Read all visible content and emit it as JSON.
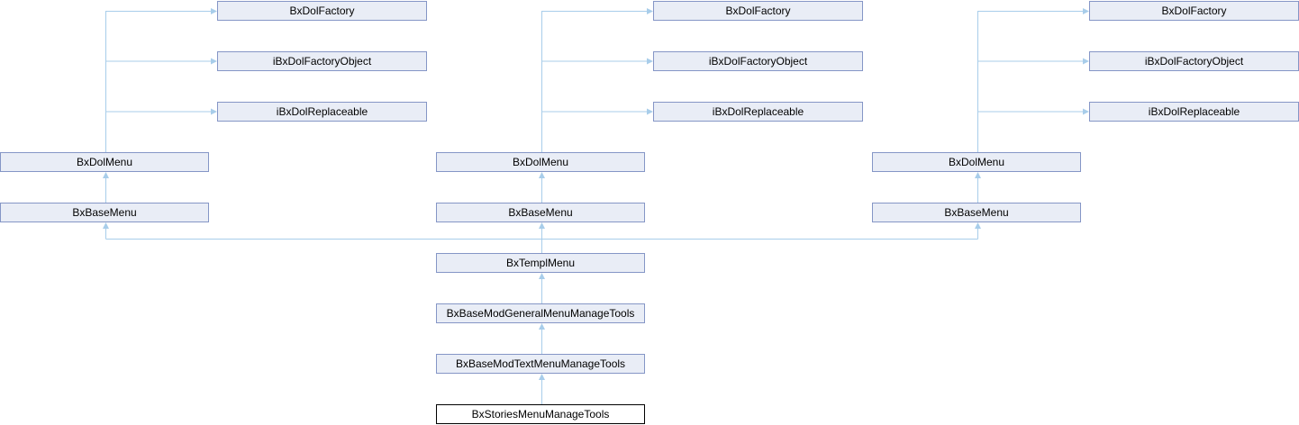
{
  "diagram": {
    "kind": "class-inheritance-graph",
    "focus_class": "BxStoriesMenuManageTools",
    "nodes": {
      "left": {
        "factory": "BxDolFactory",
        "factory_object": "iBxDolFactoryObject",
        "replaceable": "iBxDolReplaceable",
        "dol_menu": "BxDolMenu",
        "base_menu": "BxBaseMenu"
      },
      "middle": {
        "factory": "BxDolFactory",
        "factory_object": "iBxDolFactoryObject",
        "replaceable": "iBxDolReplaceable",
        "dol_menu": "BxDolMenu",
        "base_menu": "BxBaseMenu"
      },
      "right": {
        "factory": "BxDolFactory",
        "factory_object": "iBxDolFactoryObject",
        "replaceable": "iBxDolReplaceable",
        "dol_menu": "BxDolMenu",
        "base_menu": "BxBaseMenu"
      },
      "chain": {
        "templ_menu": "BxTemplMenu",
        "general_menu_tools": "BxBaseModGeneralMenuManageTools",
        "text_menu_tools": "BxBaseModTextMenuManageTools",
        "stories_menu_tools": "BxStoriesMenuManageTools"
      }
    }
  },
  "colors": {
    "background": "#ffffff",
    "box_fill": "#e9edf6",
    "box_border": "#8596c6",
    "edge": "#a8cdea",
    "focus_fill": "#ffffff",
    "focus_border": "#000000",
    "text": "#000000"
  }
}
